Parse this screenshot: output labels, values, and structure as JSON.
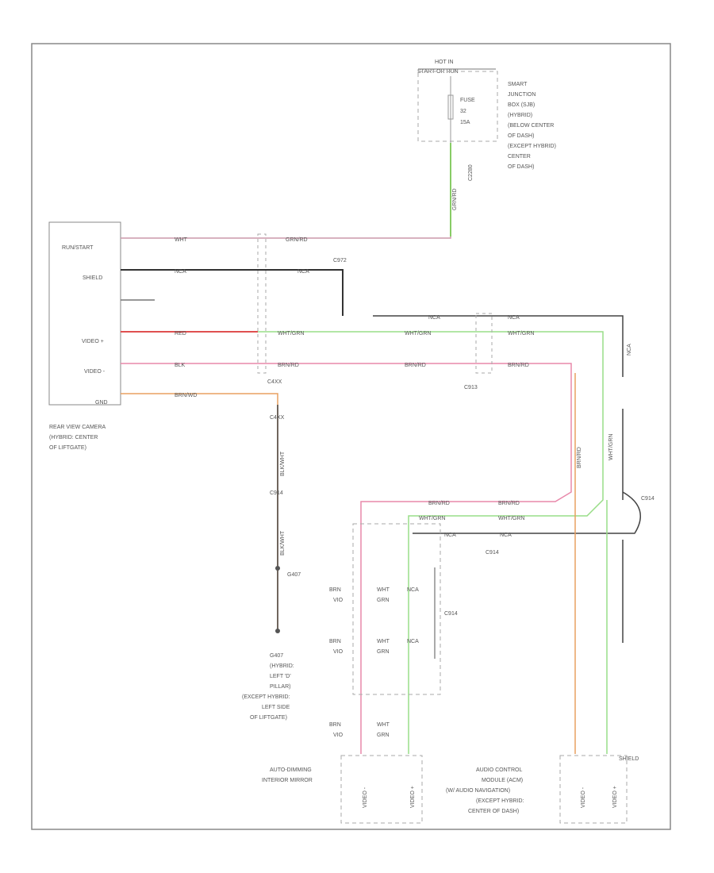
{
  "frame_id": "",
  "fuse_box": {
    "power_label_1": "HOT IN",
    "power_label_2": "START OR RUN",
    "fuse_label": [
      "FUSE",
      "32",
      "15A"
    ],
    "location": [
      "SMART",
      "JUNCTION",
      "BOX (SJB)",
      "(HYBRID)",
      "(BELOW CENTER",
      "OF DASH)",
      "(EXCEPT HYBRID)",
      "CENTER",
      "OF DASH)"
    ],
    "connector": "C2280",
    "wire_color": "GRN/RD"
  },
  "camera": {
    "pins": [
      "RUN/START",
      "SHIELD",
      "",
      "VIDEO +",
      "VIDEO -",
      "GND"
    ],
    "caption": [
      "REAR VIEW CAMERA",
      "(HYBRID: CENTER",
      "OF LIFTGATE)"
    ]
  },
  "connectors": {
    "c972": "C972",
    "c4xx": "C4XX",
    "c913": "C913",
    "c4xx_2": "C4XX",
    "c914": "C914",
    "c914_b": "C914",
    "c914_c": "C914",
    "c914_d": "C914"
  },
  "wires": {
    "wht": "WHT",
    "nca": "NCA",
    "red": "RED",
    "blk": "BLK",
    "brn_rd": "BRN/RD",
    "wht_grn": "WHT/GRN",
    "grn_rd": "GRN/RD",
    "brn_wd": "BRN/WD",
    "blk_wht": "BLK/WHT",
    "brn_vio": [
      "BRN",
      "VIO"
    ],
    "wht_grn_2": [
      "WHT",
      "GRN"
    ]
  },
  "ground": {
    "label": "G407",
    "caption": [
      "G407",
      "(HYBRID:",
      "LEFT 'D'",
      "PILLAR)",
      "(EXCEPT HYBRID:",
      "LEFT SIDE",
      "OF LIFTGATE)"
    ]
  },
  "mirror": {
    "caption": [
      "AUTO-DIMMING",
      "INTERIOR MIRROR"
    ],
    "pins": [
      "VIDEO -",
      "VIDEO +"
    ]
  },
  "acm": {
    "caption": [
      "AUDIO CONTROL",
      "MODULE (ACM)",
      "(W/ AUDIO NAVIGATION)",
      "(EXCEPT HYBRID:",
      "CENTER OF DASH)"
    ],
    "pins": [
      "VIDEO -",
      "VIDEO +"
    ],
    "shield": "SHIELD"
  }
}
